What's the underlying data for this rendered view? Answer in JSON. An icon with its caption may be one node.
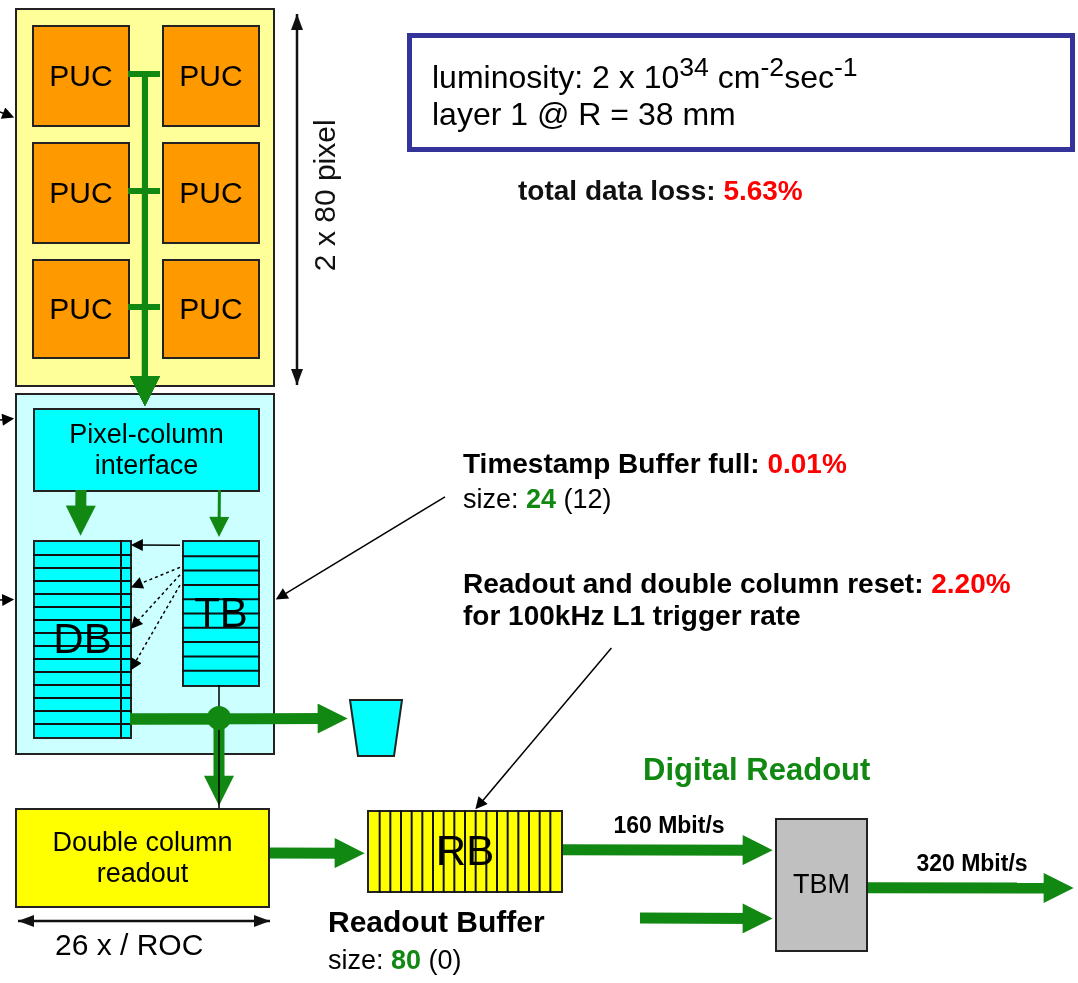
{
  "diagram": {
    "nodes": [
      {
        "text": [],
        "shape": "box"
      },
      {
        "text": [
          "PUC"
        ],
        "in": 0
      },
      {
        "text": [
          "PUC"
        ],
        "in": 0
      },
      {
        "text": [
          "PUC"
        ],
        "in": 0
      },
      {
        "text": [
          "PUC"
        ],
        "in": 0
      },
      {
        "text": [
          "PUC"
        ],
        "in": 0
      },
      {
        "text": [
          "PUC"
        ],
        "in": 0
      },
      {
        "text": [],
        "shape": "box"
      },
      {
        "text": [
          "Pixel-column interface"
        ],
        "in": 7
      },
      {
        "text": [
          "DB"
        ],
        "in": 7
      },
      {
        "text": [
          "TB"
        ],
        "in": 7
      },
      {
        "text": [],
        "shape": "trapezoid"
      },
      {
        "text": [
          "Double column readout"
        ],
        "beside": [
          "26 x / ROC"
        ]
      },
      {
        "text": [
          "RB"
        ],
        "beside": [
          "Readout Buffer",
          "size: **80** (0)"
        ]
      },
      {
        "text": [
          "luminosity: 2 x 10$^{34}$ cm$^{-2}$sec$^{-1}$",
          "layer 1 @ R = 38 mm"
        ]
      },
      {
        "text": [
          "Timestamp Buffer full: **0.01%**",
          "size: **24** (12)"
        ]
      },
      {
        "text": [
          "Readout and double column reset: **2.20%** for 100kHz L1 trigger rate"
        ]
      },
      {
        "text": [
          "TBM"
        ]
      }
    ],
    "edges": [
      {
        "from": 1,
        "to": 8,
        "arrow": "to"
      },
      {
        "from": 2,
        "to": 8,
        "arrow": "to"
      },
      {
        "from": 3,
        "to": 8,
        "arrow": "to"
      },
      {
        "from": 4,
        "to": 8,
        "arrow": "to"
      },
      {
        "from": 5,
        "to": 8,
        "arrow": "to"
      },
      {
        "from": 6,
        "to": 8,
        "arrow": "to"
      },
      {
        "from": 8,
        "to": 9,
        "arrow": "to",
        "style": "thick"
      },
      {
        "from": 8,
        "to": 10,
        "arrow": "to"
      },
      {
        "from": 10,
        "to": 9,
        "arrow": "to",
        "color": "#000000"
      },
      {
        "from": 10,
        "to": 9,
        "arrow": "to",
        "style": "dashed",
        "color": "#000000"
      },
      {
        "from": 10,
        "to": 9,
        "arrow": "to",
        "style": "dashed",
        "color": "#000000"
      },
      {
        "from": 10,
        "to": 9,
        "arrow": "to",
        "style": "dashed",
        "color": "#000000"
      },
      {
        "from": 9,
        "to": 11,
        "arrow": "to",
        "style": "thick"
      },
      {
        "from": 9,
        "to": 12,
        "arrow": "to",
        "style": "thick"
      },
      {
        "from": 10,
        "to": 12,
        "arrow": "none",
        "color": "#000000"
      },
      {
        "from": 12,
        "to": 13,
        "arrow": "to",
        "style": "thick"
      },
      {
        "from": 13,
        "to": 17,
        "arrow": "to",
        "style": "thick",
        "label": "160 Mbit/s"
      },
      {
        "from": null,
        "to": 17,
        "arrow": "to",
        "style": "thick"
      },
      {
        "from": 17,
        "to": null,
        "arrow": "to",
        "style": "thick",
        "label": "320 Mbit/s"
      },
      {
        "from": 15,
        "to": 7,
        "arrow": "to",
        "color": "#000000"
      },
      {
        "from": 16,
        "to": 13,
        "arrow": "to",
        "color": "#000000"
      },
      {
        "from": null,
        "to": 0,
        "arrow": "to",
        "color": "#000000"
      },
      {
        "from": null,
        "to": 7,
        "arrow": "to",
        "color": "#000000"
      },
      {
        "from": null,
        "to": 7,
        "arrow": "to",
        "color": "#000000"
      }
    ],
    "labels": [
      "2 x 80 pixel",
      "total data loss: **5.63%**",
      "Digital Readout"
    ]
  }
}
